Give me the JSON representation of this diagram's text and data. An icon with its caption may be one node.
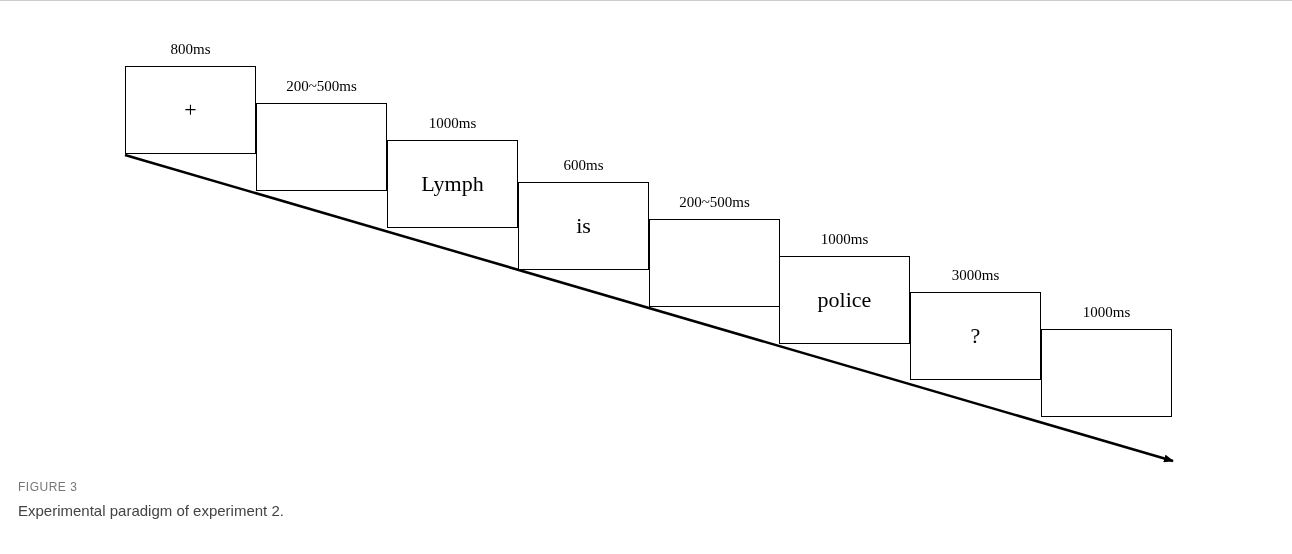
{
  "diagram": {
    "caption": "Experimental paradigm of experiment 2.",
    "nodes": [
      {
        "text": [
          "+"
        ],
        "beside": [
          "800ms"
        ]
      },
      {
        "text": [],
        "shape": "box",
        "beside": [
          "200~500ms"
        ]
      },
      {
        "text": [
          "Lymph"
        ],
        "beside": [
          "1000ms"
        ]
      },
      {
        "text": [
          "is"
        ],
        "beside": [
          "600ms"
        ]
      },
      {
        "text": [],
        "shape": "box",
        "beside": [
          "200~500ms"
        ]
      },
      {
        "text": [
          "police"
        ],
        "beside": [
          "1000ms"
        ]
      },
      {
        "text": [
          "?"
        ],
        "beside": [
          "3000ms"
        ]
      },
      {
        "text": [],
        "shape": "box",
        "beside": [
          "1000ms"
        ]
      }
    ],
    "edges": [],
    "labels": [
      "FIGURE 3"
    ]
  }
}
